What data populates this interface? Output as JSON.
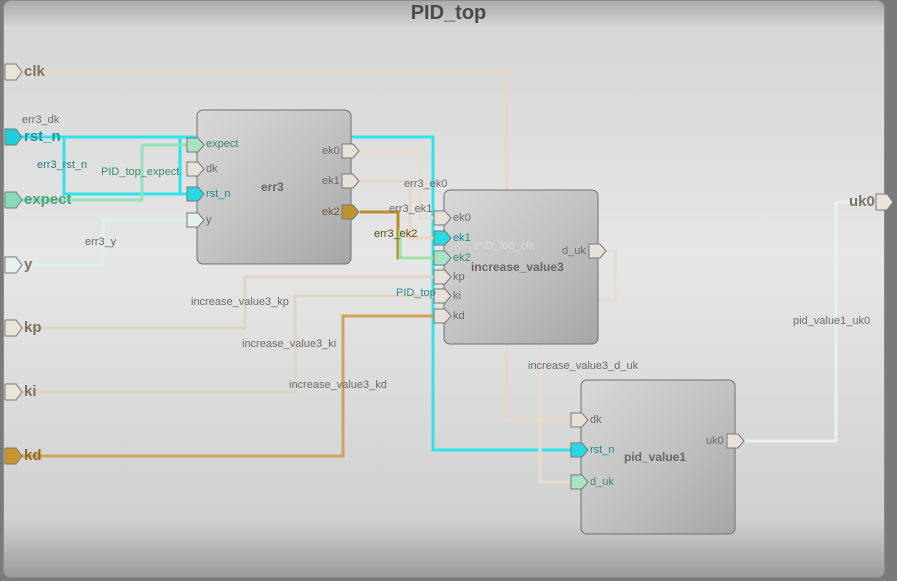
{
  "title": "PID_top",
  "top_ports": {
    "clk": "clk",
    "rst_n": "rst_n",
    "expect": "expect",
    "y": "y",
    "kp": "kp",
    "ki": "ki",
    "kd": "kd",
    "uk0": "uk0"
  },
  "blocks": {
    "err3": {
      "name": "err3",
      "inputs": [
        "expect",
        "dk",
        "rst_n",
        "y"
      ],
      "outputs": [
        "ek0",
        "ek1",
        "ek2"
      ]
    },
    "increase_value3": {
      "name": "increase_value3",
      "inputs": [
        "ek0",
        "ek1",
        "ek2",
        "kp",
        "ki",
        "kd"
      ],
      "outputs": [
        "d_uk"
      ]
    },
    "pid_value1": {
      "name": "pid_value1",
      "inputs": [
        "dk",
        "rst_n",
        "d_uk"
      ],
      "outputs": [
        "uk0"
      ]
    }
  },
  "nets": {
    "err3_dk": "err3_dk",
    "err3_rst_n": "err3_rst_n",
    "pid_top_expect": "PID_top_expect",
    "err3_y": "err3_y",
    "increase_value3_kp": "increase_value3_kp",
    "increase_value3_ki": "increase_value3_ki",
    "increase_value3_kd": "increase_value3_kd",
    "err3_ek0": "err3_ek0",
    "err3_ek1": "err3_ek1",
    "err3_ek2": "err3_ek2",
    "pid_top_clk": "PID_top_clk",
    "pid_top_rst": "PID_top",
    "increase_value3_d_uk": "increase_value3_d_uk",
    "pid_value1_uk0": "pid_value1_uk0"
  },
  "colors": {
    "clk": "#e4d6c2",
    "rst": "#2ee0e8",
    "expect": "#8fe0b8",
    "y": "#d8ecec",
    "data": "#e0d0bc",
    "kd": "#c99a3a",
    "ek2": "#b48a2a"
  }
}
